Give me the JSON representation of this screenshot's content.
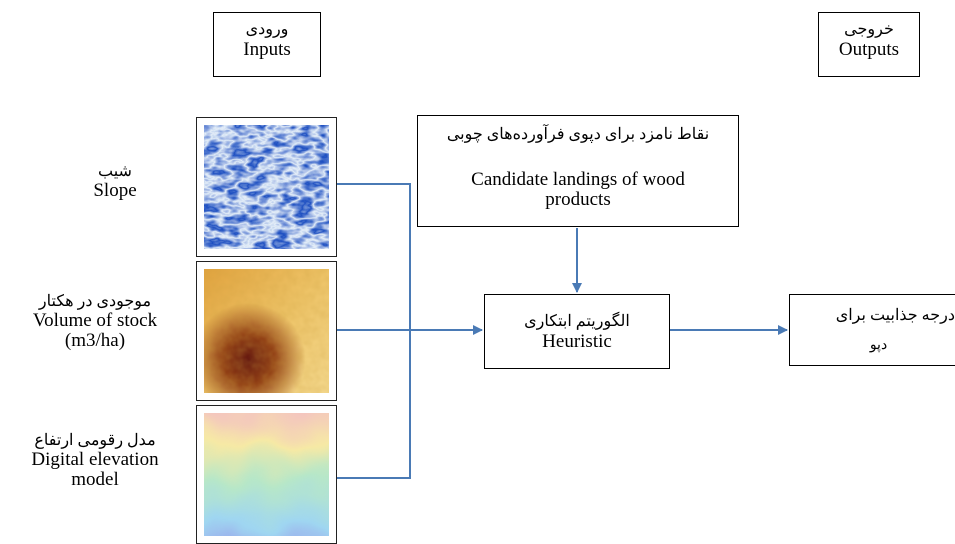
{
  "headers": {
    "inputs": {
      "fa": "ورودی",
      "en": "Inputs"
    },
    "outputs": {
      "fa": "خروجی",
      "en": "Outputs"
    }
  },
  "inputs": [
    {
      "fa": "شیب",
      "en": "Slope"
    },
    {
      "fa": "موجودی در هکتار",
      "en": "Volume of stock",
      "en2": "(m3/ha)"
    },
    {
      "fa": "مدل رقومی ارتفاع",
      "en": "Digital elevation",
      "en2": "model"
    }
  ],
  "candidate_box": {
    "fa": "نقاط نامزد برای دپوی فرآورده‌های چوبی",
    "en": "Candidate landings of wood products"
  },
  "heuristic_box": {
    "fa": "الگوریتم ابتکاری",
    "en": "Heuristic"
  },
  "output_box": {
    "fa": "درجه جذابیت برای",
    "fa2": "دپو"
  },
  "colors": {
    "arrow": "#4a7ab5",
    "border": "#000000"
  }
}
